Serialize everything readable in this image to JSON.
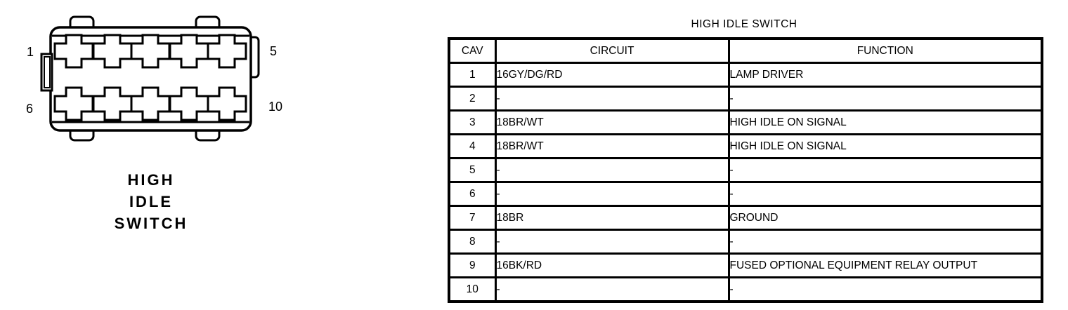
{
  "connector": {
    "name_lines": [
      "HIGH",
      "IDLE",
      "SWITCH"
    ],
    "pins": {
      "top_left": "1",
      "top_right": "5",
      "bottom_left": "6",
      "bottom_right": "10"
    }
  },
  "table": {
    "title": "HIGH IDLE SWITCH",
    "columns": [
      "CAV",
      "CIRCUIT",
      "FUNCTION"
    ],
    "rows": [
      {
        "cav": "1",
        "circuit": "16GY/DG/RD",
        "function": "LAMP DRIVER"
      },
      {
        "cav": "2",
        "circuit": "-",
        "function": "-"
      },
      {
        "cav": "3",
        "circuit": "18BR/WT",
        "function": "HIGH IDLE ON SIGNAL"
      },
      {
        "cav": "4",
        "circuit": "18BR/WT",
        "function": "HIGH IDLE ON SIGNAL"
      },
      {
        "cav": "5",
        "circuit": "-",
        "function": "-"
      },
      {
        "cav": "6",
        "circuit": "-",
        "function": "-"
      },
      {
        "cav": "7",
        "circuit": "18BR",
        "function": "GROUND"
      },
      {
        "cav": "8",
        "circuit": "-",
        "function": "-"
      },
      {
        "cav": "9",
        "circuit": "16BK/RD",
        "function": "FUSED OPTIONAL EQUIPMENT RELAY OUTPUT"
      },
      {
        "cav": "10",
        "circuit": "-",
        "function": "-"
      }
    ]
  },
  "colors": {
    "ink": "#000000",
    "paper": "#ffffff"
  }
}
